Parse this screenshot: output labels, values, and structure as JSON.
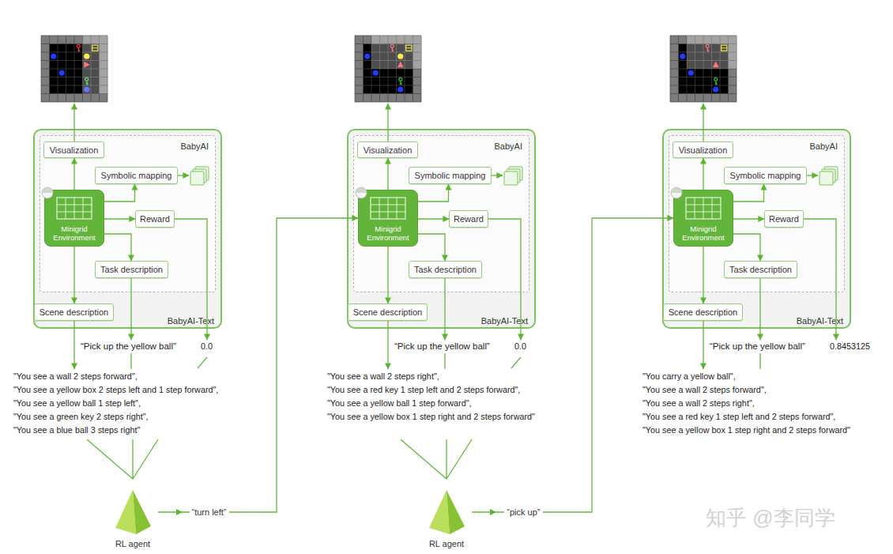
{
  "diagram": {
    "nodes": [
      {
        "text": [
          "BabyAI-Text"
        ]
      },
      {
        "text": [
          "BabyAI"
        ],
        "in": 0
      },
      {
        "text": [
          "Visualization"
        ],
        "in": 1
      },
      {
        "text": [
          "Symbolic mapping"
        ],
        "in": 1
      },
      {
        "text": [
          "Minigrid Environment"
        ],
        "in": 1
      },
      {
        "text": [
          "Reward"
        ],
        "in": 1
      },
      {
        "text": [
          "Task description"
        ],
        "in": 1
      },
      {
        "text": [
          "Scene description"
        ],
        "in": 0
      },
      {
        "text": [
          "RL agent"
        ]
      },
      {
        "text": [
          "BabyAI-Text"
        ]
      },
      {
        "text": [
          "BabyAI"
        ],
        "in": 9
      },
      {
        "text": [
          "Visualization"
        ],
        "in": 10
      },
      {
        "text": [
          "Symbolic mapping"
        ],
        "in": 10
      },
      {
        "text": [
          "Minigrid Environment"
        ],
        "in": 10
      },
      {
        "text": [
          "Reward"
        ],
        "in": 10
      },
      {
        "text": [
          "Task description"
        ],
        "in": 10
      },
      {
        "text": [
          "Scene description"
        ],
        "in": 9
      },
      {
        "text": [
          "RL agent"
        ]
      },
      {
        "text": [
          "BabyAI-Text"
        ]
      },
      {
        "text": [
          "BabyAI"
        ],
        "in": 18
      },
      {
        "text": [
          "Visualization"
        ],
        "in": 19
      },
      {
        "text": [
          "Symbolic mapping"
        ],
        "in": 19
      },
      {
        "text": [
          "Minigrid Environment"
        ],
        "in": 19
      },
      {
        "text": [
          "Reward"
        ],
        "in": 19
      },
      {
        "text": [
          "Task description"
        ],
        "in": 19
      },
      {
        "text": [
          "Scene description"
        ],
        "in": 18
      }
    ],
    "edges": [
      {
        "from": 4,
        "to": 2,
        "arrow": "to"
      },
      {
        "from": 4,
        "to": 3,
        "arrow": "to"
      },
      {
        "from": 4,
        "to": 5,
        "arrow": "to"
      },
      {
        "from": 4,
        "to": 6,
        "arrow": "to"
      },
      {
        "from": 4,
        "to": 7,
        "arrow": "to"
      },
      {
        "from": 13,
        "to": 11,
        "arrow": "to"
      },
      {
        "from": 13,
        "to": 12,
        "arrow": "to"
      },
      {
        "from": 13,
        "to": 14,
        "arrow": "to"
      },
      {
        "from": 13,
        "to": 15,
        "arrow": "to"
      },
      {
        "from": 13,
        "to": 16,
        "arrow": "to"
      },
      {
        "from": 22,
        "to": 20,
        "arrow": "to"
      },
      {
        "from": 22,
        "to": 21,
        "arrow": "to"
      },
      {
        "from": 22,
        "to": 23,
        "arrow": "to"
      },
      {
        "from": 22,
        "to": 24,
        "arrow": "to"
      },
      {
        "from": 22,
        "to": 25,
        "arrow": "to"
      },
      {
        "from": 8,
        "to": 13,
        "label": "“turn left”",
        "arrow": "to"
      },
      {
        "from": 17,
        "to": 22,
        "label": "“pick up”",
        "arrow": "to"
      }
    ],
    "labels": [
      "“Pick up the yellow ball”",
      "0.0",
      "\"You see a wall 2 steps forward\",",
      "\"You see a yellow box 2 steps left and 1 step forward\",",
      "\"You see a yellow ball 1 step left\",",
      "\"You see a green key 2 steps right\",",
      "\"You see a blue ball 3 steps right\"",
      "“Pick up the yellow ball”",
      "0.0",
      "\"You see a wall 2 steps right\",",
      "\"You see a red key 1 step left and 2 steps forward\",",
      "\"You see a yellow ball 1 step forward\",",
      "\"You see a yellow box 1 step right and 2 steps forward\"",
      "“Pick up the yellow ball”",
      "0.8453125",
      "\"You carry a yellow ball\",",
      "\"You see a wall 2 steps forward\",",
      "\"You see a wall 2 steps right\",",
      "\"You see a red key 1 step left and 2 steps forward\",",
      "\"You see a yellow box 1 step right and 2 steps forward\"",
      "知乎 @李同学"
    ]
  }
}
